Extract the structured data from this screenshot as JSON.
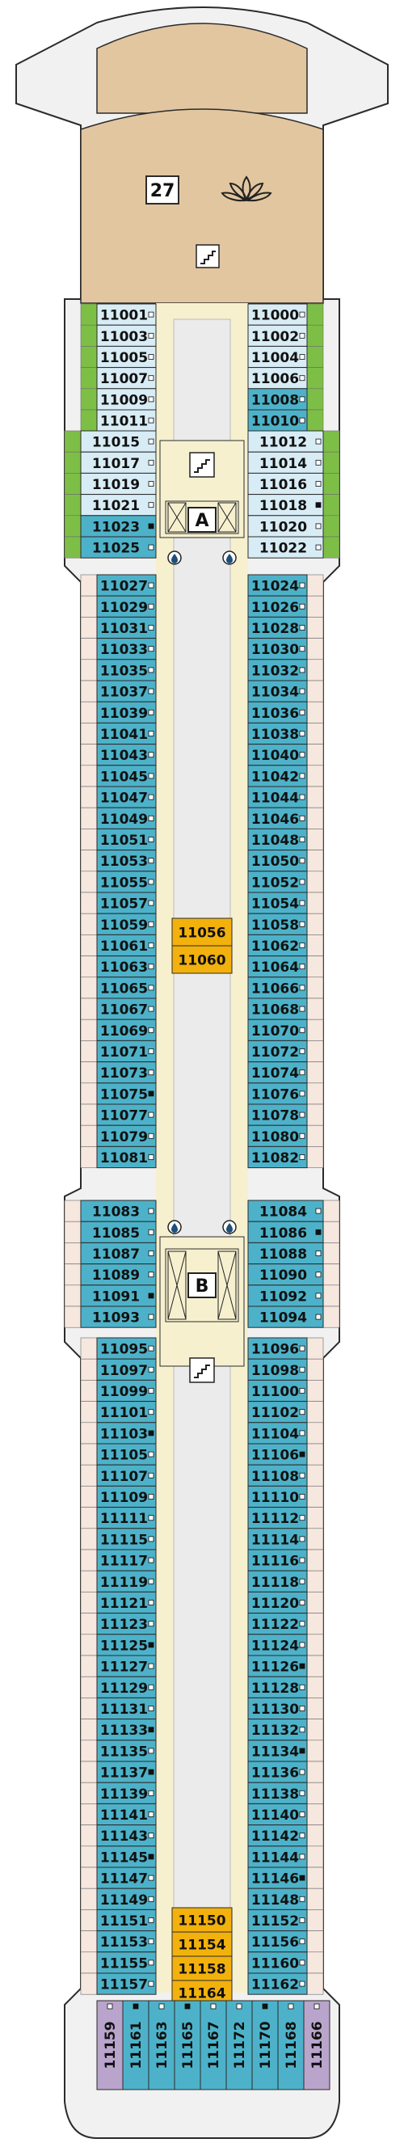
{
  "deck": {
    "number": "27",
    "elevator_a": "A",
    "elevator_b": "B",
    "colors": {
      "hull": "#F1F1F1",
      "hull_stroke": "#2B2B2B",
      "bow_deck": "#E2C6A0",
      "corridor": "#F6F0CF",
      "central_void": "#EBEBEB",
      "cabin_sidewall": "#F6E7DF",
      "cabin_teal": "#4DB2C9",
      "cabin_light": "#D8ECF5",
      "cabin_balcony_green": "#7DBF46",
      "suite_orange": "#F2B10C",
      "stern_lilac": "#B9A4CC",
      "cabin_border": "#2B2B2B"
    },
    "icons": {
      "spa": "lotus-icon",
      "stairs": "stairs-icon",
      "drop": "drop-icon",
      "accessible": "accessible-square-icon",
      "connecting": "connecting-line-icon"
    },
    "cabins_front_left": [
      {
        "no": "11001",
        "acc": false
      },
      {
        "no": "11003",
        "acc": false
      },
      {
        "no": "11005",
        "acc": false
      },
      {
        "no": "11007",
        "acc": false
      },
      {
        "no": "11009",
        "acc": false
      },
      {
        "no": "11011",
        "acc": false
      }
    ],
    "cabins_front_right": [
      {
        "no": "11000",
        "acc": false
      },
      {
        "no": "11002",
        "acc": false
      },
      {
        "no": "11004",
        "acc": false
      },
      {
        "no": "11006",
        "acc": false
      },
      {
        "no": "11008",
        "acc": false
      },
      {
        "no": "11010",
        "acc": false
      }
    ],
    "cabins_a_left": [
      {
        "no": "11015",
        "acc": false
      },
      {
        "no": "11017",
        "acc": false
      },
      {
        "no": "11019",
        "acc": false
      },
      {
        "no": "11021",
        "acc": false
      },
      {
        "no": "11023",
        "acc": true
      },
      {
        "no": "11025",
        "acc": false
      }
    ],
    "cabins_a_right": [
      {
        "no": "11012",
        "acc": false
      },
      {
        "no": "11014",
        "acc": false
      },
      {
        "no": "11016",
        "acc": false
      },
      {
        "no": "11018",
        "acc": true
      },
      {
        "no": "11020",
        "acc": false
      },
      {
        "no": "11022",
        "acc": false
      }
    ],
    "cabins_mid1_left": [
      {
        "no": "11027",
        "acc": false
      },
      {
        "no": "11029",
        "acc": false
      },
      {
        "no": "11031",
        "acc": false
      },
      {
        "no": "11033",
        "acc": false
      },
      {
        "no": "11035",
        "acc": false
      },
      {
        "no": "11037",
        "acc": false
      },
      {
        "no": "11039",
        "acc": false
      },
      {
        "no": "11041",
        "acc": false
      },
      {
        "no": "11043",
        "acc": false
      },
      {
        "no": "11045",
        "acc": false
      },
      {
        "no": "11047",
        "acc": false
      },
      {
        "no": "11049",
        "acc": false
      },
      {
        "no": "11051",
        "acc": false
      },
      {
        "no": "11053",
        "acc": false
      },
      {
        "no": "11055",
        "acc": false
      },
      {
        "no": "11057",
        "acc": false
      },
      {
        "no": "11059",
        "acc": false
      },
      {
        "no": "11061",
        "acc": false
      },
      {
        "no": "11063",
        "acc": false
      },
      {
        "no": "11065",
        "acc": false
      },
      {
        "no": "11067",
        "acc": false
      },
      {
        "no": "11069",
        "acc": false
      },
      {
        "no": "11071",
        "acc": false
      },
      {
        "no": "11073",
        "acc": false
      },
      {
        "no": "11075",
        "acc": true
      },
      {
        "no": "11077",
        "acc": false
      },
      {
        "no": "11079",
        "acc": false
      },
      {
        "no": "11081",
        "acc": false
      }
    ],
    "cabins_mid1_right": [
      {
        "no": "11024",
        "acc": false
      },
      {
        "no": "11026",
        "acc": false
      },
      {
        "no": "11028",
        "acc": false
      },
      {
        "no": "11030",
        "acc": false
      },
      {
        "no": "11032",
        "acc": false
      },
      {
        "no": "11034",
        "acc": false
      },
      {
        "no": "11036",
        "acc": false
      },
      {
        "no": "11038",
        "acc": false
      },
      {
        "no": "11040",
        "acc": false
      },
      {
        "no": "11042",
        "acc": false
      },
      {
        "no": "11044",
        "acc": false
      },
      {
        "no": "11046",
        "acc": false
      },
      {
        "no": "11048",
        "acc": false
      },
      {
        "no": "11050",
        "acc": false
      },
      {
        "no": "11052",
        "acc": false
      },
      {
        "no": "11054",
        "acc": false
      },
      {
        "no": "11058",
        "acc": false
      },
      {
        "no": "11062",
        "acc": false
      },
      {
        "no": "11064",
        "acc": false
      },
      {
        "no": "11066",
        "acc": false
      },
      {
        "no": "11068",
        "acc": false
      },
      {
        "no": "11070",
        "acc": false
      },
      {
        "no": "11072",
        "acc": false
      },
      {
        "no": "11074",
        "acc": false
      },
      {
        "no": "11076",
        "acc": false
      },
      {
        "no": "11078",
        "acc": false
      },
      {
        "no": "11080",
        "acc": false
      },
      {
        "no": "11082",
        "acc": false
      }
    ],
    "suites_mid": [
      "11056",
      "11060"
    ],
    "cabins_b_left": [
      {
        "no": "11083",
        "acc": false
      },
      {
        "no": "11085",
        "acc": false
      },
      {
        "no": "11087",
        "acc": false
      },
      {
        "no": "11089",
        "acc": false
      },
      {
        "no": "11091",
        "acc": true
      },
      {
        "no": "11093",
        "acc": false
      }
    ],
    "cabins_b_right": [
      {
        "no": "11084",
        "acc": false
      },
      {
        "no": "11086",
        "acc": true
      },
      {
        "no": "11088",
        "acc": false
      },
      {
        "no": "11090",
        "acc": false
      },
      {
        "no": "11092",
        "acc": false
      },
      {
        "no": "11094",
        "acc": false
      }
    ],
    "cabins_mid2_left": [
      {
        "no": "11095",
        "acc": false
      },
      {
        "no": "11097",
        "acc": false
      },
      {
        "no": "11099",
        "acc": false
      },
      {
        "no": "11101",
        "acc": false
      },
      {
        "no": "11103",
        "acc": true
      },
      {
        "no": "11105",
        "acc": false
      },
      {
        "no": "11107",
        "acc": false
      },
      {
        "no": "11109",
        "acc": false
      },
      {
        "no": "11111",
        "acc": false
      },
      {
        "no": "11115",
        "acc": false
      },
      {
        "no": "11117",
        "acc": false
      },
      {
        "no": "11119",
        "acc": false
      },
      {
        "no": "11121",
        "acc": false
      },
      {
        "no": "11123",
        "acc": false
      },
      {
        "no": "11125",
        "acc": true
      },
      {
        "no": "11127",
        "acc": false
      },
      {
        "no": "11129",
        "acc": false
      },
      {
        "no": "11131",
        "acc": false
      },
      {
        "no": "11133",
        "acc": true
      },
      {
        "no": "11135",
        "acc": false
      },
      {
        "no": "11137",
        "acc": true
      },
      {
        "no": "11139",
        "acc": false
      },
      {
        "no": "11141",
        "acc": false
      },
      {
        "no": "11143",
        "acc": false
      },
      {
        "no": "11145",
        "acc": true
      },
      {
        "no": "11147",
        "acc": false
      },
      {
        "no": "11149",
        "acc": false
      },
      {
        "no": "11151",
        "acc": false
      },
      {
        "no": "11153",
        "acc": false
      },
      {
        "no": "11155",
        "acc": false
      },
      {
        "no": "11157",
        "acc": false
      }
    ],
    "cabins_mid2_right": [
      {
        "no": "11096",
        "acc": false
      },
      {
        "no": "11098",
        "acc": false
      },
      {
        "no": "11100",
        "acc": false
      },
      {
        "no": "11102",
        "acc": false
      },
      {
        "no": "11104",
        "acc": false
      },
      {
        "no": "11106",
        "acc": true
      },
      {
        "no": "11108",
        "acc": false
      },
      {
        "no": "11110",
        "acc": false
      },
      {
        "no": "11112",
        "acc": false
      },
      {
        "no": "11114",
        "acc": false
      },
      {
        "no": "11116",
        "acc": false
      },
      {
        "no": "11118",
        "acc": false
      },
      {
        "no": "11120",
        "acc": false
      },
      {
        "no": "11122",
        "acc": false
      },
      {
        "no": "11124",
        "acc": false
      },
      {
        "no": "11126",
        "acc": true
      },
      {
        "no": "11128",
        "acc": false
      },
      {
        "no": "11130",
        "acc": false
      },
      {
        "no": "11132",
        "acc": false
      },
      {
        "no": "11134",
        "acc": true
      },
      {
        "no": "11136",
        "acc": false
      },
      {
        "no": "11138",
        "acc": false
      },
      {
        "no": "11140",
        "acc": false
      },
      {
        "no": "11142",
        "acc": false
      },
      {
        "no": "11144",
        "acc": false
      },
      {
        "no": "11146",
        "acc": true
      },
      {
        "no": "11148",
        "acc": false
      },
      {
        "no": "11152",
        "acc": false
      },
      {
        "no": "11156",
        "acc": false
      },
      {
        "no": "11160",
        "acc": false
      },
      {
        "no": "11162",
        "acc": false
      }
    ],
    "suites_aft": [
      "11150",
      "11154",
      "11158",
      "11164"
    ],
    "stern_cabins": [
      {
        "no": "11159",
        "acc": false,
        "type": "lilac"
      },
      {
        "no": "11161",
        "acc": true,
        "type": "teal"
      },
      {
        "no": "11163",
        "acc": false,
        "type": "teal"
      },
      {
        "no": "11165",
        "acc": true,
        "type": "teal"
      },
      {
        "no": "11167",
        "acc": false,
        "type": "teal"
      },
      {
        "no": "11172",
        "acc": false,
        "type": "teal"
      },
      {
        "no": "11170",
        "acc": true,
        "type": "teal"
      },
      {
        "no": "11168",
        "acc": false,
        "type": "teal"
      },
      {
        "no": "11166",
        "acc": false,
        "type": "lilac"
      }
    ]
  }
}
